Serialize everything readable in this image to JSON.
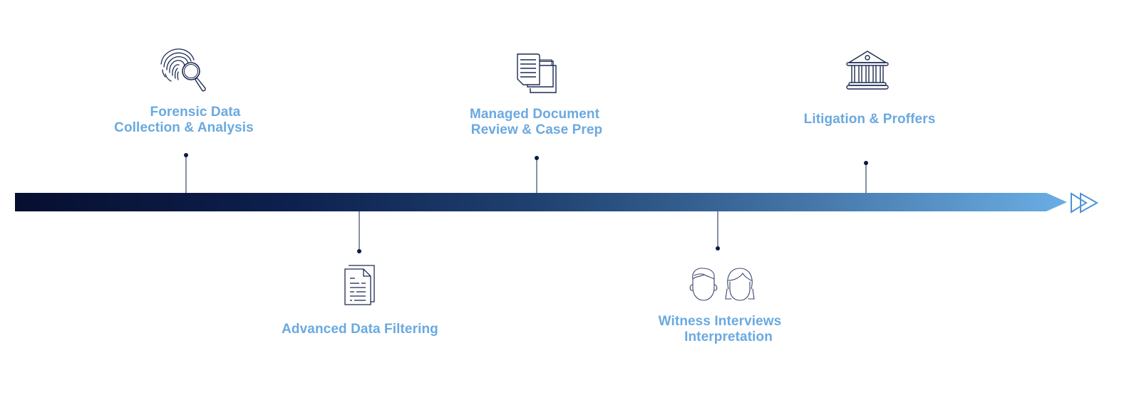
{
  "diagram": {
    "title": "Litigation support timeline",
    "colors": {
      "bar_start": "#070f30",
      "bar_mid": "#1f4271",
      "bar_end": "#6aaee4",
      "label_text": "#6aa9e0",
      "icon_stroke": "#1c2b52",
      "connector": "#5f6b86",
      "connector_dot": "#0b1a45",
      "end_chevron": "#4d92d8"
    },
    "end_marker_icon": "double-chevron-right-icon",
    "stages": [
      {
        "id": "forensic",
        "order": 1,
        "side": "above",
        "icon": "fingerprint-magnifier-icon",
        "label_lines": [
          "Forensic Data",
          "Collection & Analysis"
        ]
      },
      {
        "id": "filtering",
        "order": 2,
        "side": "below",
        "icon": "document-stack-icon",
        "label_lines": [
          "Advanced Data Filtering"
        ]
      },
      {
        "id": "review",
        "order": 3,
        "side": "above",
        "icon": "documents-copies-icon",
        "label_lines": [
          "Managed Document",
          "Review & Case Prep"
        ]
      },
      {
        "id": "witness",
        "order": 4,
        "side": "below",
        "icon": "two-people-faces-icon",
        "label_lines": [
          "Witness Interviews",
          "Interpretation"
        ]
      },
      {
        "id": "litigation",
        "order": 5,
        "side": "above",
        "icon": "courthouse-icon",
        "label_lines": [
          "Litigation & Proffers"
        ]
      }
    ]
  }
}
